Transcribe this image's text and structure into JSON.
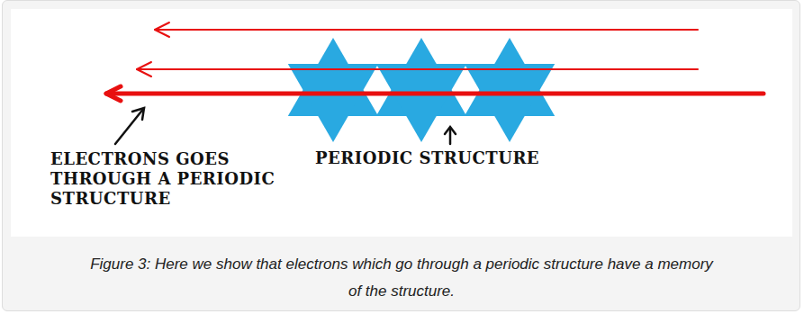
{
  "diagram": {
    "caption": "Figure 3: Here we show that electrons which go through a periodic structure have a memory of the structure.",
    "labels": [
      "ELECTRONS GOES THROUGH A PERIODIC STRUCTURE",
      "PERIODIC STRUCTURE"
    ]
  }
}
